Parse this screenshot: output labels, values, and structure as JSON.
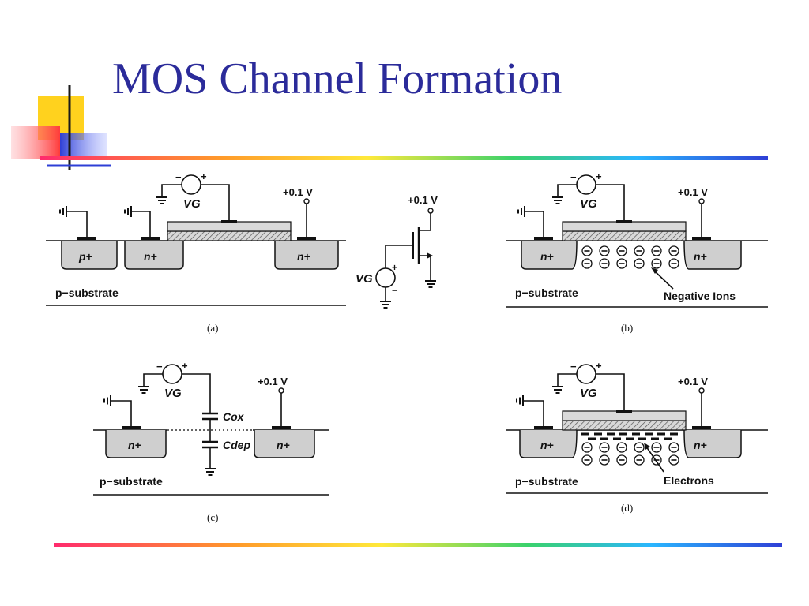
{
  "slide": {
    "title": "MOS Channel Formation"
  },
  "labels": {
    "p_plus": "p+",
    "n_plus": "n+",
    "vg": "VG",
    "v_01": "+0.1 V",
    "substrate": "p−substrate",
    "cox": "Cox",
    "cdep": "Cdep",
    "negative_ions": "Negative Ions",
    "electrons": "Electrons"
  },
  "captions": {
    "a": "(a)",
    "b": "(b)",
    "c": "(c)",
    "d": "(d)"
  },
  "colors": {
    "title": "#2b2b9a",
    "diffusion": "#cfcfcf",
    "gate": "#d9d9d9",
    "accent_yellow": "#ffd21e",
    "accent_red": "#ff4d4d",
    "accent_blue": "#2e3fd6"
  }
}
